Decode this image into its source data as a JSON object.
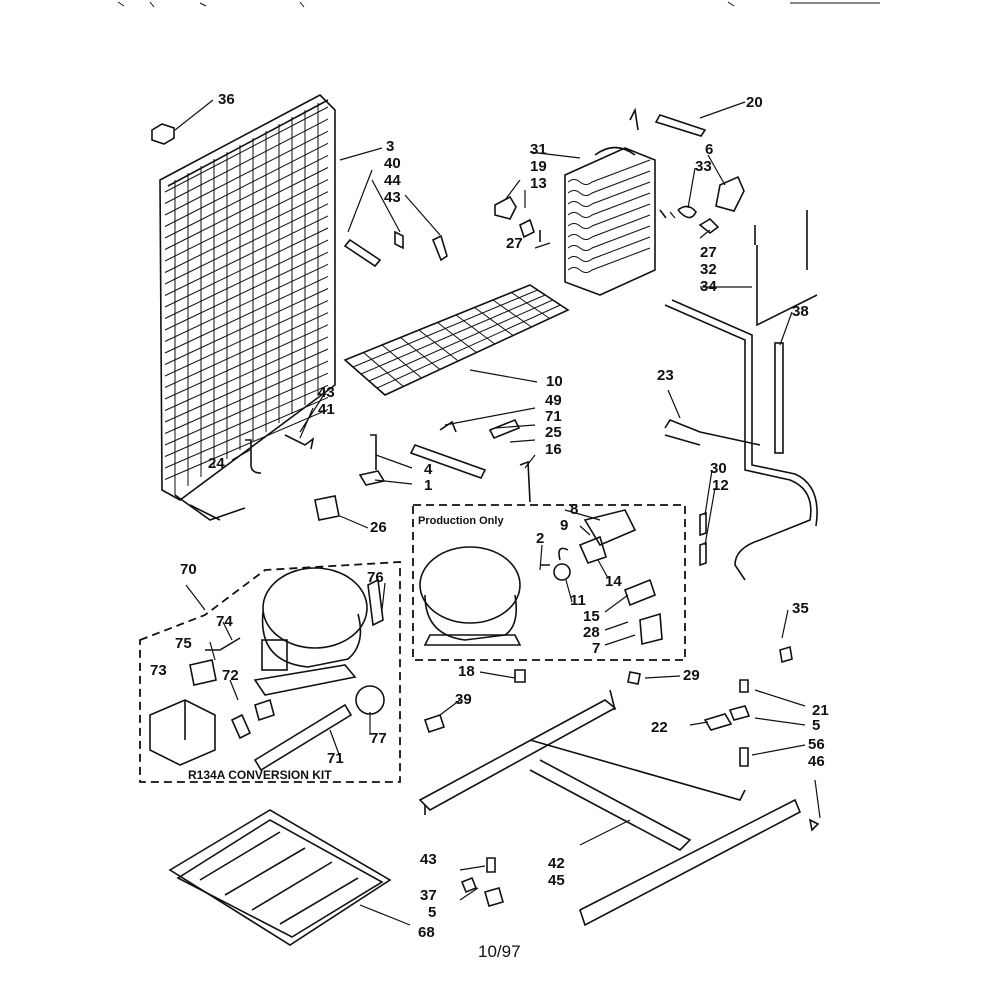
{
  "header": {
    "left": "",
    "right": ""
  },
  "boxes": {
    "production_only": "Production Only",
    "conversion_kit": "R134A CONVERSION KIT"
  },
  "callouts": [
    {
      "id": "c36",
      "text": "36"
    },
    {
      "id": "c3",
      "text": "3"
    },
    {
      "id": "c40",
      "text": "40"
    },
    {
      "id": "c44",
      "text": "44"
    },
    {
      "id": "c43a",
      "text": "43"
    },
    {
      "id": "c31",
      "text": "31"
    },
    {
      "id": "c19",
      "text": "19"
    },
    {
      "id": "c13",
      "text": "13"
    },
    {
      "id": "c27a",
      "text": "27"
    },
    {
      "id": "c20",
      "text": "20"
    },
    {
      "id": "c6",
      "text": "6"
    },
    {
      "id": "c33",
      "text": "33"
    },
    {
      "id": "c27b",
      "text": "27"
    },
    {
      "id": "c32",
      "text": "32"
    },
    {
      "id": "c34",
      "text": "34"
    },
    {
      "id": "c38",
      "text": "38"
    },
    {
      "id": "c10",
      "text": "10"
    },
    {
      "id": "c23",
      "text": "23"
    },
    {
      "id": "c43b",
      "text": "43"
    },
    {
      "id": "c41",
      "text": "41"
    },
    {
      "id": "c49",
      "text": "49"
    },
    {
      "id": "c71a",
      "text": "71"
    },
    {
      "id": "c25",
      "text": "25"
    },
    {
      "id": "c16",
      "text": "16"
    },
    {
      "id": "c24",
      "text": "24"
    },
    {
      "id": "c4",
      "text": "4"
    },
    {
      "id": "c1",
      "text": "1"
    },
    {
      "id": "c26",
      "text": "26"
    },
    {
      "id": "c30",
      "text": "30"
    },
    {
      "id": "c12",
      "text": "12"
    },
    {
      "id": "c8",
      "text": "8"
    },
    {
      "id": "c9",
      "text": "9"
    },
    {
      "id": "c2",
      "text": "2"
    },
    {
      "id": "c14",
      "text": "14"
    },
    {
      "id": "c11",
      "text": "11"
    },
    {
      "id": "c15",
      "text": "15"
    },
    {
      "id": "c28",
      "text": "28"
    },
    {
      "id": "c7",
      "text": "7"
    },
    {
      "id": "c18",
      "text": "18"
    },
    {
      "id": "c29",
      "text": "29"
    },
    {
      "id": "c70",
      "text": "70"
    },
    {
      "id": "c76",
      "text": "76"
    },
    {
      "id": "c74",
      "text": "74"
    },
    {
      "id": "c75",
      "text": "75"
    },
    {
      "id": "c73",
      "text": "73"
    },
    {
      "id": "c72",
      "text": "72"
    },
    {
      "id": "c77",
      "text": "77"
    },
    {
      "id": "c71b",
      "text": "71"
    },
    {
      "id": "c35",
      "text": "35"
    },
    {
      "id": "c39",
      "text": "39"
    },
    {
      "id": "c21",
      "text": "21"
    },
    {
      "id": "c22",
      "text": "22"
    },
    {
      "id": "c5a",
      "text": "5"
    },
    {
      "id": "c56",
      "text": "56"
    },
    {
      "id": "c46",
      "text": "46"
    },
    {
      "id": "c42",
      "text": "42"
    },
    {
      "id": "c45",
      "text": "45"
    },
    {
      "id": "c43c",
      "text": "43"
    },
    {
      "id": "c37",
      "text": "37"
    },
    {
      "id": "c5b",
      "text": "5"
    },
    {
      "id": "c68",
      "text": "68"
    }
  ],
  "footer": {
    "date_code": "10/97"
  }
}
